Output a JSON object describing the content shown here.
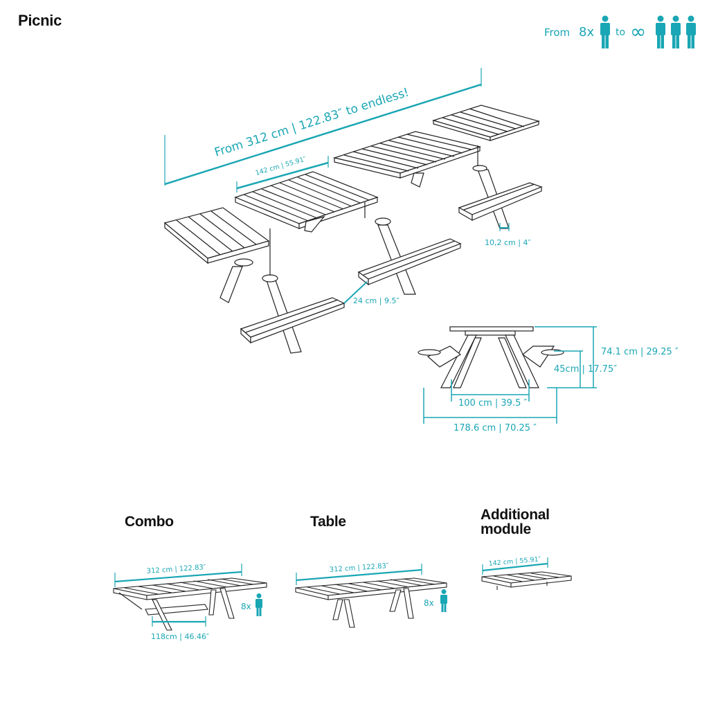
{
  "header": {
    "title": "Picnic",
    "capacity": {
      "from_label": "From",
      "min_count": "8x",
      "to_label": "to",
      "infinity_symbol": "∞"
    }
  },
  "main_diagram": {
    "overall_length": "From 312 cm | 122.83″ to endless!",
    "module_length": "142 cm | 55.91″",
    "bench_thickness": "10,2 cm | 4″",
    "bench_width": "24 cm | 9.5″"
  },
  "side_view": {
    "height": "74.1 cm | 29.25 ″",
    "seat_height": "45cm | 17.75″",
    "leg_span": "100 cm | 39.5 ″",
    "total_width": "178.6 cm | 70.25 ″"
  },
  "variants": {
    "combo": {
      "title": "Combo",
      "length": "312 cm | 122.83″",
      "bench_length": "118cm | 46.46″",
      "seats": "8x"
    },
    "table": {
      "title": "Table",
      "length": "312 cm | 122.83″",
      "seats": "8x"
    },
    "module": {
      "title_line1": "Additional",
      "title_line2": "module",
      "length": "142 cm | 55.91″"
    }
  },
  "colors": {
    "accent": "#1aa6b4",
    "line": "#222222",
    "text": "#111111"
  },
  "icons": [
    "person-icon",
    "infinity-icon"
  ]
}
